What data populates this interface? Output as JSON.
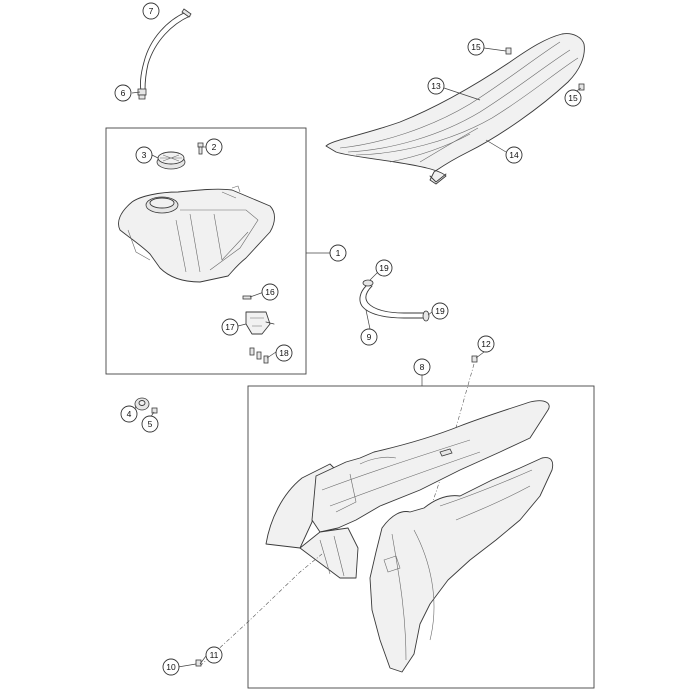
{
  "callouts": [
    {
      "id": "c7",
      "label": "7"
    },
    {
      "id": "c6",
      "label": "6"
    },
    {
      "id": "c15a",
      "label": "15"
    },
    {
      "id": "c13",
      "label": "13"
    },
    {
      "id": "c15b",
      "label": "15"
    },
    {
      "id": "c14",
      "label": "14"
    },
    {
      "id": "c2",
      "label": "2"
    },
    {
      "id": "c3",
      "label": "3"
    },
    {
      "id": "c1",
      "label": "1"
    },
    {
      "id": "c19a",
      "label": "19"
    },
    {
      "id": "c19b",
      "label": "19"
    },
    {
      "id": "c9",
      "label": "9"
    },
    {
      "id": "c16",
      "label": "16"
    },
    {
      "id": "c17",
      "label": "17"
    },
    {
      "id": "c18",
      "label": "18"
    },
    {
      "id": "c12",
      "label": "12"
    },
    {
      "id": "c8",
      "label": "8"
    },
    {
      "id": "c4",
      "label": "4"
    },
    {
      "id": "c5",
      "label": "5"
    },
    {
      "id": "c10",
      "label": "10"
    },
    {
      "id": "c11",
      "label": "11"
    }
  ]
}
